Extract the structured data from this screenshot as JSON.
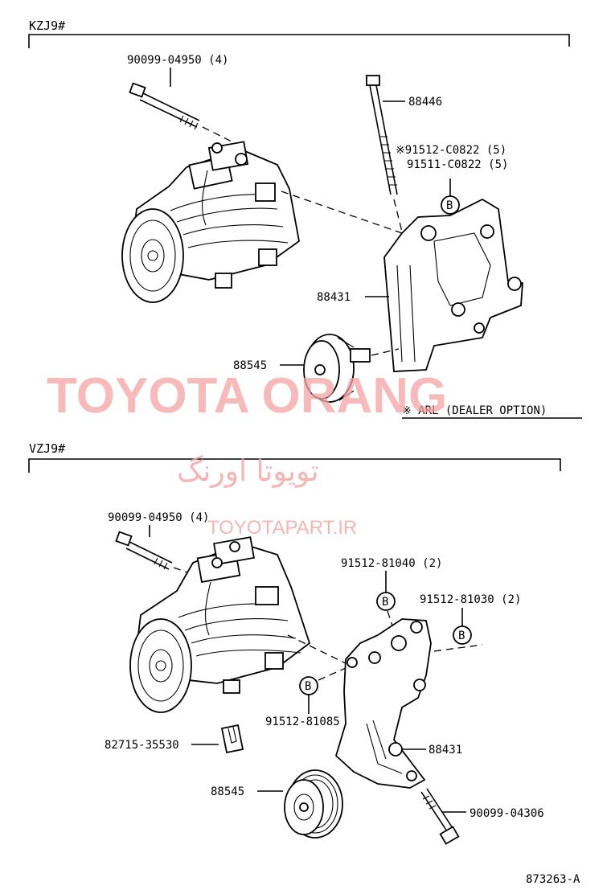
{
  "sections": {
    "kzj": "KZJ9#",
    "vzj": "VZJ9#"
  },
  "labels": {
    "k_bolt": "90099-04950 (4)",
    "k_88446": "88446",
    "k_note1": "※91512-C0822 (5)",
    "k_note2": "91511-C0822 (5)",
    "k_88431": "88431",
    "k_88545": "88545",
    "k_arl": "※ ARL (DEALER OPTION)",
    "v_bolt": "90099-04950 (4)",
    "v_81040": "91512-81040 (2)",
    "v_81030": "91512-81030 (2)",
    "v_81085": "91512-81085",
    "v_clip": "82715-35530",
    "v_88431": "88431",
    "v_88545": "88545",
    "v_04306": "90099-04306",
    "ref": "873263-A"
  },
  "markers": {
    "b": "B"
  },
  "watermark": {
    "brand": "TOYOTA ORANG",
    "persian": "تویوتا اورنگ",
    "site": "TOYOTAPART.IR"
  }
}
